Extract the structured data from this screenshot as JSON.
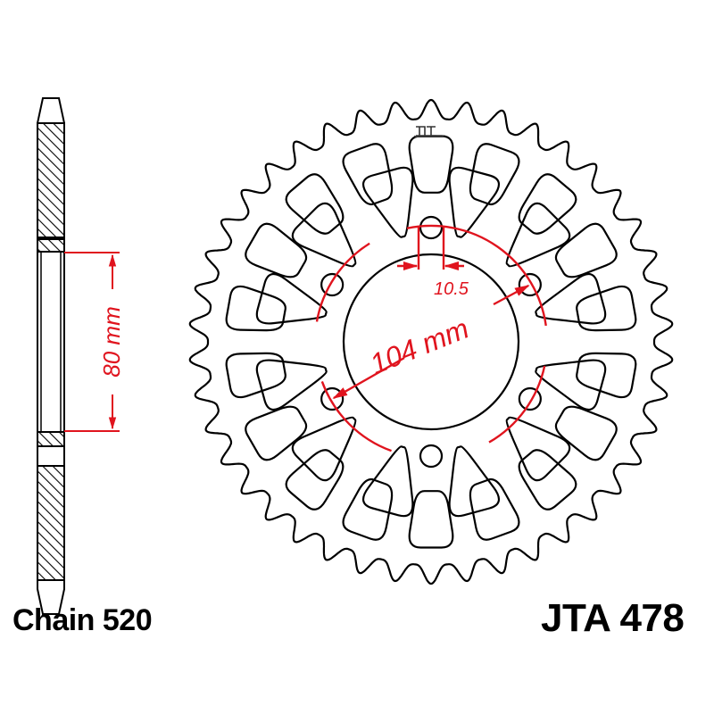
{
  "title": {
    "chain": "Chain 520",
    "part_number": "JTA 478"
  },
  "logo": "JT",
  "dimensions": {
    "hub_width": "80 mm",
    "bolt_circle": "104 mm",
    "bolt_hole": "10.5"
  },
  "sprocket": {
    "bolt_holes": 6
  },
  "colors": {
    "outline": "#000000",
    "dimension": "#e0141e",
    "background": "#ffffff"
  }
}
